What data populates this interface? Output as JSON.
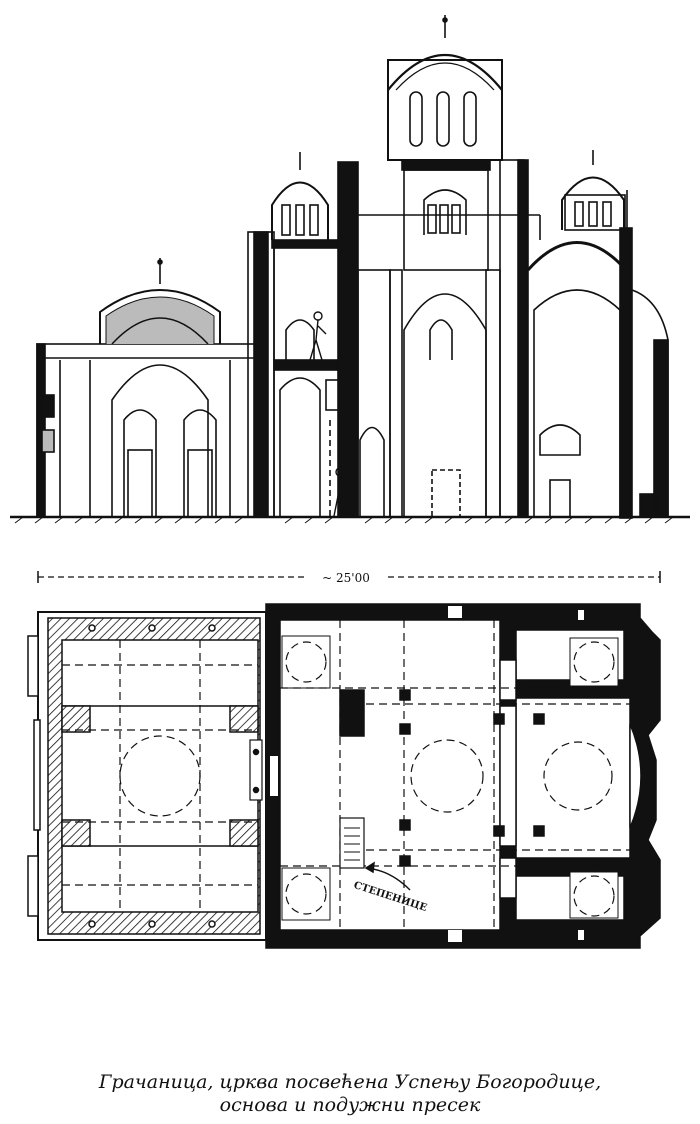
{
  "scale_label": "~ 25'00",
  "stairs_label": "СТЕПЕНИЦЕ",
  "caption": {
    "line1": "Грачаница, црква посвећена Успењу Богородице,",
    "line2": "основа и подужни пресек"
  },
  "colors": {
    "ink": "#111111",
    "paper": "#ffffff"
  }
}
